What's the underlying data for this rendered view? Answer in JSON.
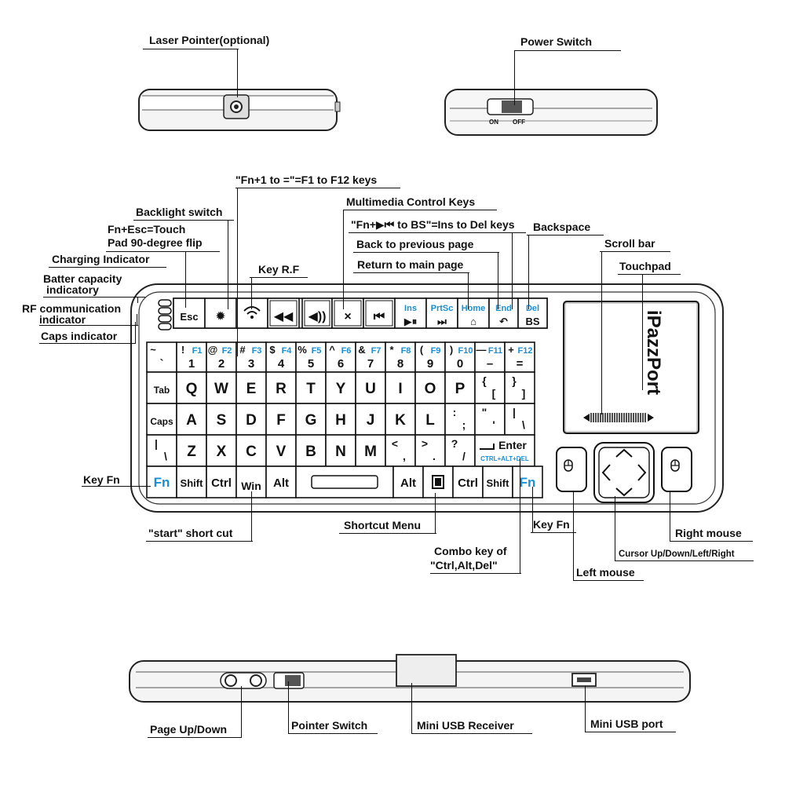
{
  "callouts": {
    "laser_pointer": "Laser Pointer(optional)",
    "power_switch": "Power Switch",
    "fn_keys": "\"Fn+1 to =\"=F1 to F12 keys",
    "multimedia": "Multimedia Control Keys",
    "backlight": "Backlight switch",
    "fn_esc_1": "Fn+Esc=Touch",
    "fn_esc_2": "Pad 90-degree flip",
    "ins_del": "\"Fn+▶⏮ to BS\"=Ins to Del keys",
    "backspace": "Backspace",
    "back_page": "Back to previous page",
    "scroll_bar": "Scroll bar",
    "charging": "Charging Indicator",
    "key_rf": "Key R.F",
    "main_page": "Return to main page",
    "touchpad": "Touchpad",
    "battery_1": "Batter capacity",
    "battery_2": "indicatory",
    "rf_1": "RF communication",
    "rf_2": "indicator",
    "caps": "Caps indicator",
    "key_fn_left": "Key Fn",
    "start": "\"start\" short cut",
    "shortcut_menu": "Shortcut Menu",
    "key_fn_right": "Key Fn",
    "right_mouse": "Right mouse",
    "combo_1": "Combo key of",
    "combo_2": "\"Ctrl,Alt,Del\"",
    "cursor": "Cursor Up/Down/Left/Right",
    "left_mouse": "Left mouse",
    "page_updown": "Page Up/Down",
    "pointer_switch": "Pointer Switch",
    "mini_usb_receiver": "Mini USB Receiver",
    "mini_usb_port": "Mini USB port"
  },
  "device": {
    "brand": "iPazzPort",
    "switch_on": "ON",
    "switch_off": "OFF"
  },
  "keyboard": {
    "top_row": [
      {
        "blue": "",
        "main": "Esc"
      },
      {
        "blue": "",
        "main": "✹"
      },
      {
        "blue": "",
        "main": ""
      },
      {
        "blue": "",
        "main": "◀◀"
      },
      {
        "blue": "",
        "main": "◀))"
      },
      {
        "blue": "",
        "main": "×"
      },
      {
        "blue": "",
        "main": "⏮"
      },
      {
        "blue": "Ins",
        "main": "▶⏸"
      },
      {
        "blue": "PrtSc",
        "main": "⏭"
      },
      {
        "blue": "Home",
        "main": "⌂"
      },
      {
        "blue": "End",
        "main": "↶"
      },
      {
        "blue": "Del",
        "main": "BS"
      }
    ],
    "number_row": [
      {
        "sym": "~",
        "fn": "",
        "num": "`"
      },
      {
        "sym": "!",
        "fn": "F1",
        "num": "1"
      },
      {
        "sym": "@",
        "fn": "F2",
        "num": "2"
      },
      {
        "sym": "#",
        "fn": "F3",
        "num": "3"
      },
      {
        "sym": "$",
        "fn": "F4",
        "num": "4"
      },
      {
        "sym": "%",
        "fn": "F5",
        "num": "5"
      },
      {
        "sym": "^",
        "fn": "F6",
        "num": "6"
      },
      {
        "sym": "&",
        "fn": "F7",
        "num": "7"
      },
      {
        "sym": "*",
        "fn": "F8",
        "num": "8"
      },
      {
        "sym": "(",
        "fn": "F9",
        "num": "9"
      },
      {
        "sym": ")",
        "fn": "F10",
        "num": "0"
      },
      {
        "sym": "—",
        "fn": "F11",
        "num": "–"
      },
      {
        "sym": "+",
        "fn": "F12",
        "num": "="
      }
    ],
    "row_q": [
      "Tab",
      "Q",
      "W",
      "E",
      "R",
      "T",
      "Y",
      "U",
      "I",
      "O",
      "P",
      "{ [",
      "} ]"
    ],
    "row_a": [
      "Caps",
      "A",
      "S",
      "D",
      "F",
      "G",
      "H",
      "J",
      "K",
      "L",
      ": ;",
      "\" '",
      "| \\"
    ],
    "row_z": [
      "| \\",
      "Z",
      "X",
      "C",
      "V",
      "B",
      "N",
      "M",
      "< ,",
      "> .",
      "? /"
    ],
    "enter": "Enter",
    "enter_combo": "CTRL+ALT+DEL",
    "bottom_row": {
      "fn_left": "Fn",
      "shift_left": "Shift",
      "ctrl_left": "Ctrl",
      "win": "Win",
      "alt_left": "Alt",
      "alt_right": "Alt",
      "ctrl_right": "Ctrl",
      "shift_right": "Shift",
      "fn_right": "Fn"
    }
  }
}
